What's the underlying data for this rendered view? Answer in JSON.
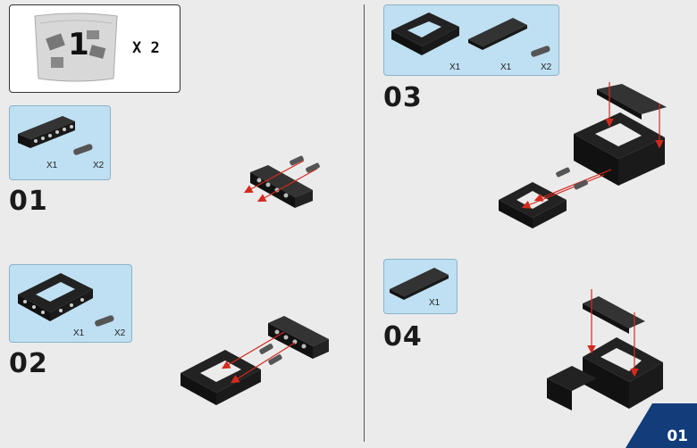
{
  "bag": {
    "number": "1",
    "quantity": "X 2"
  },
  "steps": [
    {
      "number": "01",
      "parts": [
        {
          "qty": "X1"
        },
        {
          "qty": "X2"
        }
      ]
    },
    {
      "number": "02",
      "parts": [
        {
          "qty": "X1"
        },
        {
          "qty": "X2"
        }
      ]
    },
    {
      "number": "03",
      "parts": [
        {
          "qty": "X1"
        },
        {
          "qty": "X1"
        },
        {
          "qty": "X2"
        }
      ]
    },
    {
      "number": "04",
      "parts": [
        {
          "qty": "X1"
        }
      ]
    }
  ],
  "page_number": "01",
  "colors": {
    "callout": "#bfe0f2",
    "brick": "#111111",
    "arrow": "#d42a1e",
    "corner": "#123d7a"
  }
}
